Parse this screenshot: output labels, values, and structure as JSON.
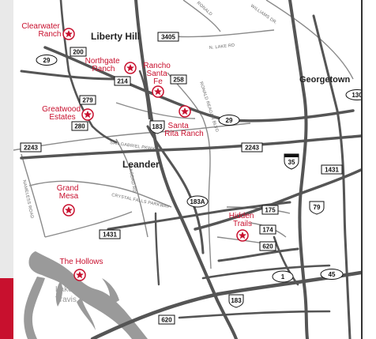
{
  "map": {
    "towns": [
      {
        "id": "liberty-hill",
        "name": "Liberty Hill"
      },
      {
        "id": "georgetown",
        "name": "Georgetown"
      },
      {
        "id": "leander",
        "name": "Leander"
      }
    ],
    "communities": [
      {
        "id": "clearwater-ranch",
        "lines": [
          "Clearwater",
          "Ranch"
        ]
      },
      {
        "id": "northgate-ranch",
        "lines": [
          "Northgate",
          "Ranch"
        ]
      },
      {
        "id": "rancho-santa-fe",
        "lines": [
          "Rancho",
          "Santa",
          "Fe"
        ]
      },
      {
        "id": "greatwood-estates",
        "lines": [
          "Greatwood",
          "Estates"
        ]
      },
      {
        "id": "santa-rita-ranch",
        "lines": [
          "Santa",
          "Rita Ranch"
        ]
      },
      {
        "id": "grand-mesa",
        "lines": [
          "Grand",
          "Mesa"
        ]
      },
      {
        "id": "hidden-trails",
        "lines": [
          "Hidden",
          "Trails"
        ]
      },
      {
        "id": "the-hollows",
        "lines": [
          "The Hollows"
        ]
      }
    ],
    "lake": {
      "lines": [
        "Lake",
        "Travis"
      ]
    },
    "road_labels": [
      {
        "id": "ronald-reagan-n",
        "text": "RONALD"
      },
      {
        "id": "williams-dr",
        "text": "WILLIAMS DR."
      },
      {
        "id": "n-lake-rd",
        "text": "N. LAKE RD"
      },
      {
        "id": "ronald-reagan-blvd",
        "text": "RONALD REAGAN BLVD"
      },
      {
        "id": "san-gabriel-pkwy",
        "text": "SAN GABRIEL PKWY"
      },
      {
        "id": "bagdad-rd",
        "text": "BAGDAD RD"
      },
      {
        "id": "crystal-falls-pkwy",
        "text": "CRYSTAL FALLS PARKWAY"
      },
      {
        "id": "nameless-road",
        "text": "NAMELESS ROAD"
      }
    ],
    "shields": {
      "box": [
        {
          "id": "fm-200",
          "num": "200"
        },
        {
          "id": "fm-3405",
          "num": "3405"
        },
        {
          "id": "fm-214",
          "num": "214"
        },
        {
          "id": "fm-258",
          "num": "258"
        },
        {
          "id": "fm-279",
          "num": "279"
        },
        {
          "id": "fm-280",
          "num": "280"
        },
        {
          "id": "fm-2243-west",
          "num": "2243"
        },
        {
          "id": "fm-2243-east",
          "num": "2243"
        },
        {
          "id": "fm-1431-east",
          "num": "1431"
        },
        {
          "id": "fm-175",
          "num": "175"
        },
        {
          "id": "fm-174",
          "num": "174"
        },
        {
          "id": "fm-620-north",
          "num": "620"
        },
        {
          "id": "fm-1431-south",
          "num": "1431"
        },
        {
          "id": "fm-620-south",
          "num": "620"
        }
      ],
      "oval": [
        {
          "id": "sh-29-west",
          "num": "29"
        },
        {
          "id": "sh-29-east",
          "num": "29"
        },
        {
          "id": "sh-130",
          "num": "130"
        },
        {
          "id": "sh-45",
          "num": "45"
        },
        {
          "id": "loop-1",
          "num": "1"
        }
      ],
      "us": [
        {
          "id": "us-183-north",
          "num": "183"
        },
        {
          "id": "us-183a",
          "num": "183A"
        },
        {
          "id": "us-79",
          "num": "79"
        },
        {
          "id": "us-183-south",
          "num": "183"
        }
      ],
      "interstate": [
        {
          "id": "i-35",
          "num": "35"
        }
      ]
    },
    "colors": {
      "accent": "#c8102e",
      "road": "#555555",
      "minor_road": "#8a8a8a",
      "lake": "#9a9a9a",
      "panel": "#e9e9e9"
    }
  }
}
